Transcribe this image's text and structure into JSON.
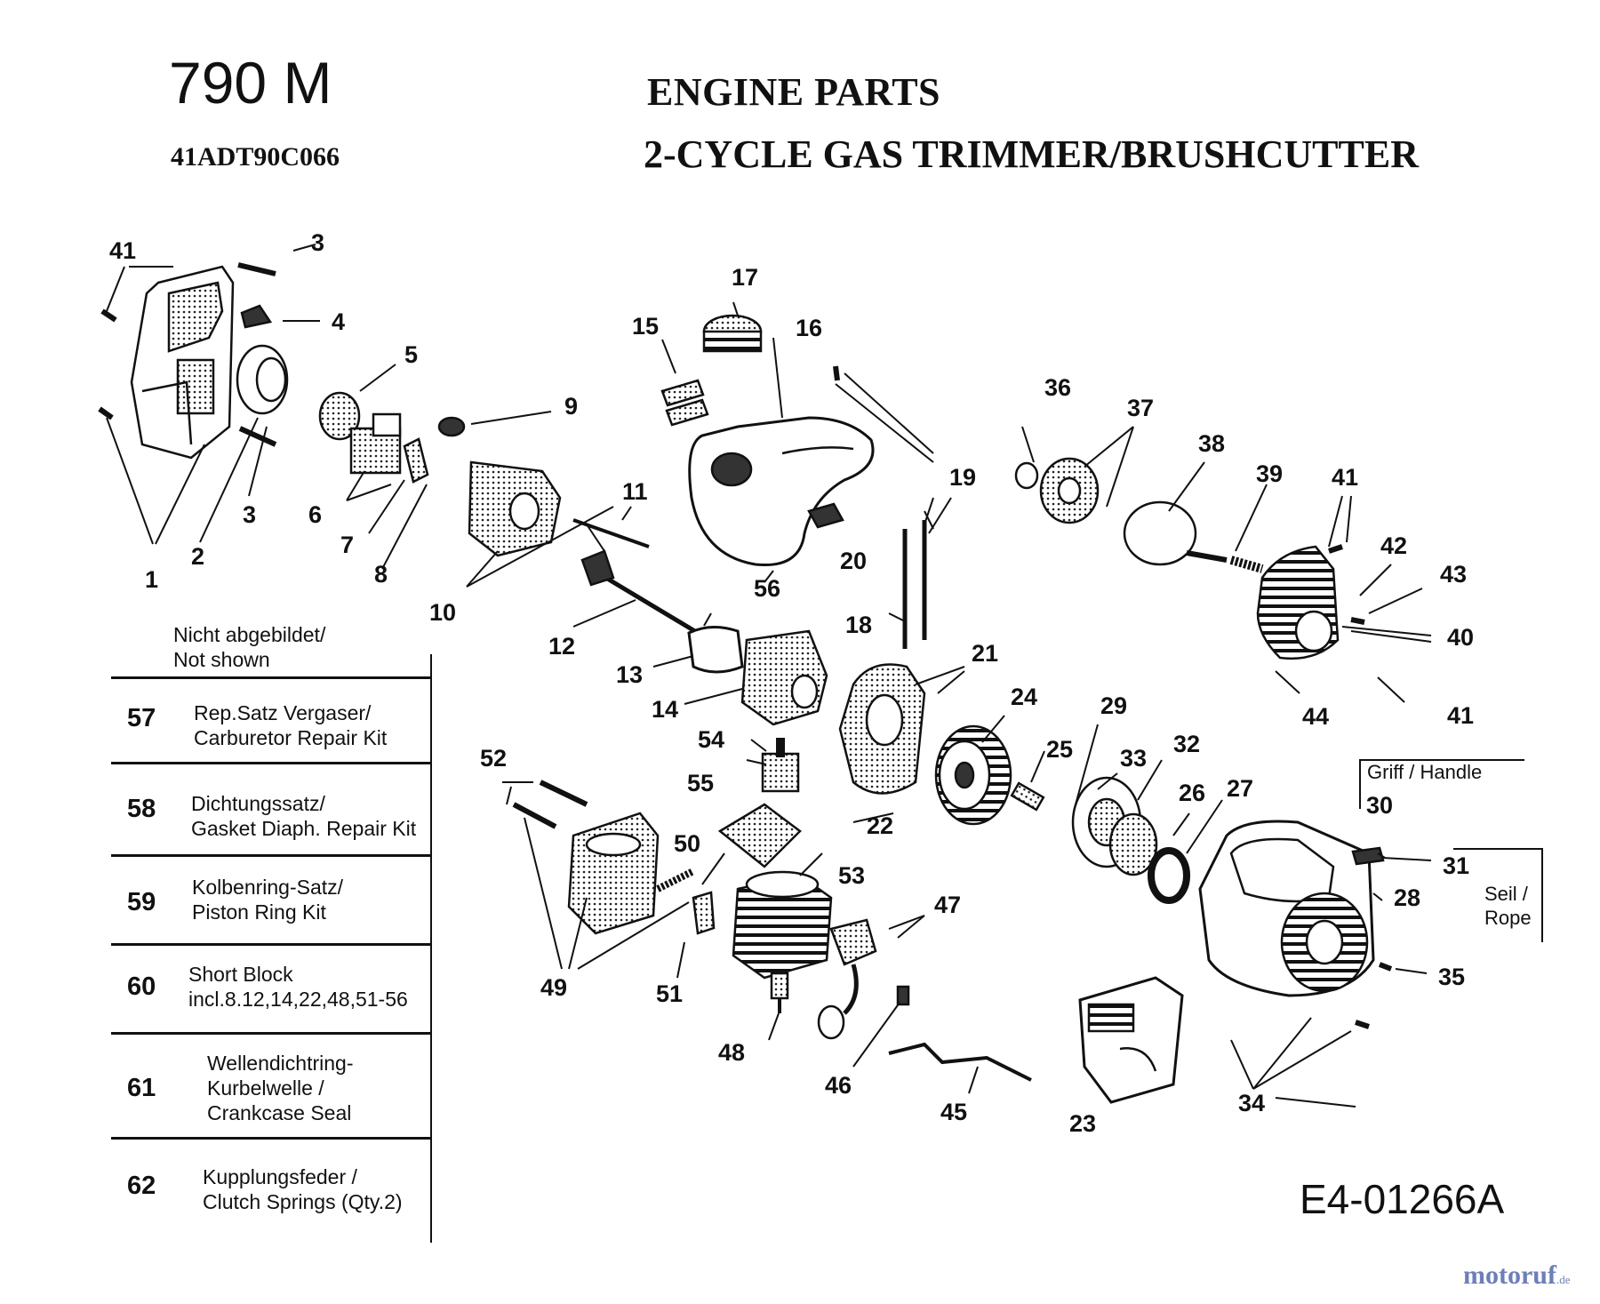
{
  "header": {
    "model": "790 M",
    "serial": "41ADT90C066",
    "title": "ENGINE PARTS",
    "subtitle": "2-CYCLE GAS TRIMMER/BRUSHCUTTER"
  },
  "not_shown": {
    "line1": "Nicht abgebildet/",
    "line2": "Not shown"
  },
  "kit_table": [
    {
      "num": "57",
      "line1": "Rep.Satz Vergaser/",
      "line2": "Carburetor Repair Kit",
      "line3": ""
    },
    {
      "num": "58",
      "line1": "Dichtungssatz/",
      "line2": "Gasket Diaph. Repair Kit",
      "line3": ""
    },
    {
      "num": "59",
      "line1": "Kolbenring-Satz/",
      "line2": "Piston Ring Kit",
      "line3": ""
    },
    {
      "num": "60",
      "line1": "Short Block",
      "line2": "incl.8.12,14,22,48,51-56",
      "line3": ""
    },
    {
      "num": "61",
      "line1": "Wellendichtring-",
      "line2": "Kurbelwelle /",
      "line3": "Crankcase Seal"
    },
    {
      "num": "62",
      "line1": "Kupplungsfeder /",
      "line2": "Clutch Springs (Qty.2)",
      "line3": ""
    }
  ],
  "handle_label": "Griff / Handle",
  "rope_label_1": "Seil /",
  "rope_label_2": "Rope",
  "diagram_code": "E4-01266A",
  "watermark": "motoruf",
  "watermark_tld": ".de",
  "part_labels": [
    "1",
    "2",
    "3",
    "3",
    "4",
    "5",
    "6",
    "7",
    "8",
    "9",
    "10",
    "11",
    "12",
    "13",
    "14",
    "15",
    "16",
    "17",
    "18",
    "19",
    "20",
    "21",
    "22",
    "23",
    "24",
    "25",
    "26",
    "27",
    "28",
    "29",
    "30",
    "31",
    "32",
    "33",
    "34",
    "35",
    "36",
    "37",
    "38",
    "39",
    "40",
    "41",
    "41",
    "41",
    "42",
    "43",
    "44",
    "45",
    "46",
    "47",
    "48",
    "49",
    "50",
    "51",
    "52",
    "53",
    "54",
    "55",
    "56"
  ]
}
